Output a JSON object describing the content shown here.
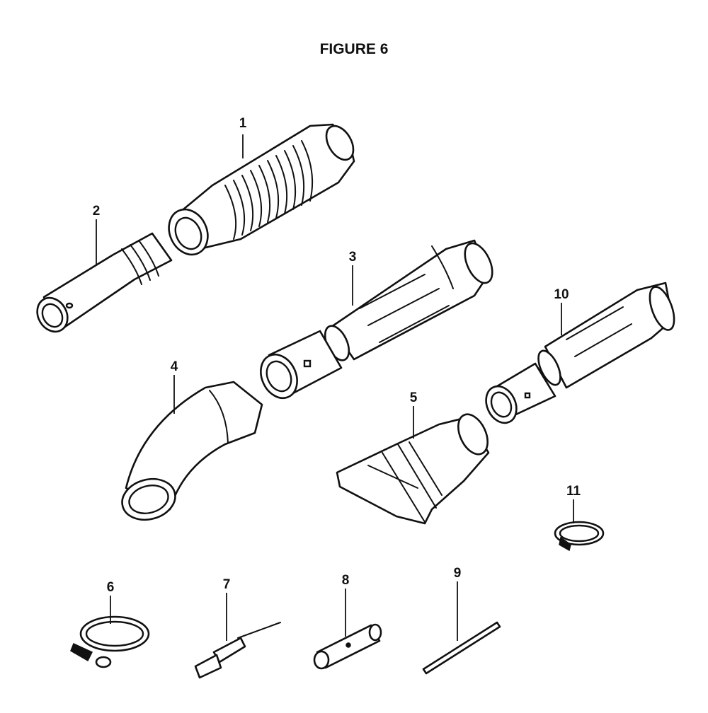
{
  "figure": {
    "title": "FIGURE 6"
  },
  "callouts": [
    "1",
    "2",
    "3",
    "4",
    "5",
    "6",
    "7",
    "8",
    "9",
    "10",
    "11"
  ]
}
